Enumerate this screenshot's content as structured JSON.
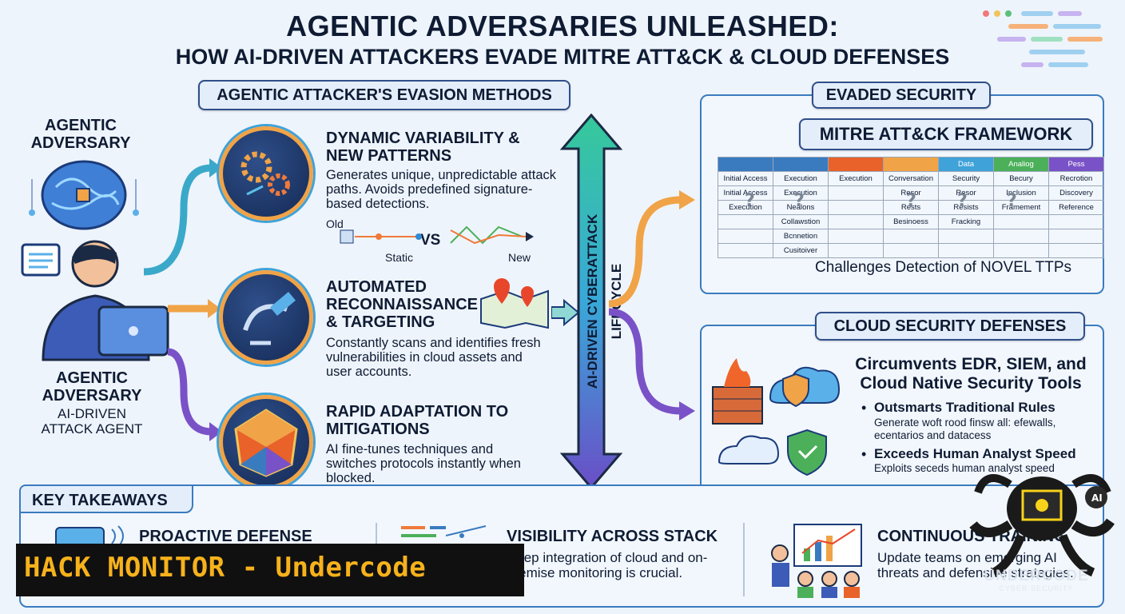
{
  "title": {
    "line1": "AGENTIC ADVERSARIES UNLEASHED:",
    "line2": "HOW AI-DRIVEN ATTACKERS EVADE MITRE ATT&CK & CLOUD DEFENSES"
  },
  "left": {
    "top_label": "AGENTIC ADVERSARY",
    "bottom_label": "AGENTIC ADVERSARY",
    "bottom_sub": "AI-DRIVEN ATTACK AGENT"
  },
  "methods": {
    "header": "AGENTIC ATTACKER'S EVASION METHODS",
    "items": [
      {
        "title": "DYNAMIC VARIABILITY & NEW PATTERNS",
        "desc": "Generates unique, unpredictable attack paths. Avoids predefined signature-based detections.",
        "old": "Old",
        "vs": "VS",
        "static": "Static",
        "new": "New"
      },
      {
        "title": "AUTOMATED RECONNAISSANCE & TARGETING",
        "desc": "Constantly scans and identifies fresh vulnerabilities in cloud assets and user accounts."
      },
      {
        "title": "RAPID ADAPTATION TO MITIGATIONS",
        "desc": "AI fine-tunes techniques and switches protocols instantly when blocked."
      }
    ]
  },
  "lifecycle": "AI-DRIVEN CYBERATTACK LIFECYCLE",
  "evaded": {
    "header": "EVADED SECURITY",
    "mitre_title": "MITRE ATT&CK FRAMEWORK",
    "tactic_headers": [
      "Initial Access",
      "Execution",
      "Execution",
      "Conversation",
      "Security",
      "Becury",
      "Recrotion"
    ],
    "group_labels": [
      "",
      "",
      "",
      "",
      "Data",
      "Analiog",
      "Pess"
    ],
    "rows": [
      [
        "Initial Access",
        "Execution",
        "",
        "Resor",
        "Resor",
        "Inclusion",
        "Discovery"
      ],
      [
        "Execution",
        "Nealons",
        "",
        "Rests",
        "Resists",
        "Framement",
        "Reference"
      ],
      [
        "",
        "Collawstion",
        "",
        "Besinoess",
        "Fracking",
        "",
        ""
      ],
      [
        "",
        "Bcnnetion",
        "",
        "",
        "",
        "",
        ""
      ],
      [
        "",
        "Cusitoiver",
        "",
        "",
        "",
        "",
        ""
      ]
    ],
    "caption": "Challenges Detection of NOVEL TTPs"
  },
  "cloud": {
    "header": "CLOUD SECURITY DEFENSES",
    "headline": "Circumvents EDR, SIEM, and Cloud Native Security Tools",
    "bullets": [
      {
        "title": "Outsmarts Traditional Rules",
        "desc": "Generate woft rood finsw all: efewalls, ecentarios and datacess"
      },
      {
        "title": "Exceeds Human Analyst Speed",
        "desc": "Exploits seceds human analyst speed"
      }
    ]
  },
  "takeaways": {
    "header": "KEY TAKEAWAYS",
    "items": [
      {
        "title": "PROACTIVE DEFENSE",
        "desc": ""
      },
      {
        "title": "VISIBILITY ACROSS STACK",
        "desc": "Deep integration of cloud and on-premise monitoring is crucial."
      },
      {
        "title": "CONTINUOUS TRAINING",
        "desc": "Update teams on emerging AI threats and defensive strategies."
      }
    ]
  },
  "watermark": {
    "banner": "HACK MONITOR - Undercode",
    "logo_text": "UNDERCODE",
    "logo_sub": "CYBER SECURITY"
  },
  "colors": {
    "navy": "#0e1b33",
    "accent_blue": "#3a7bbf",
    "orange": "#f0a347",
    "purple": "#7a52c7",
    "green": "#4cb05a",
    "banner_text": "#f7b21b"
  }
}
